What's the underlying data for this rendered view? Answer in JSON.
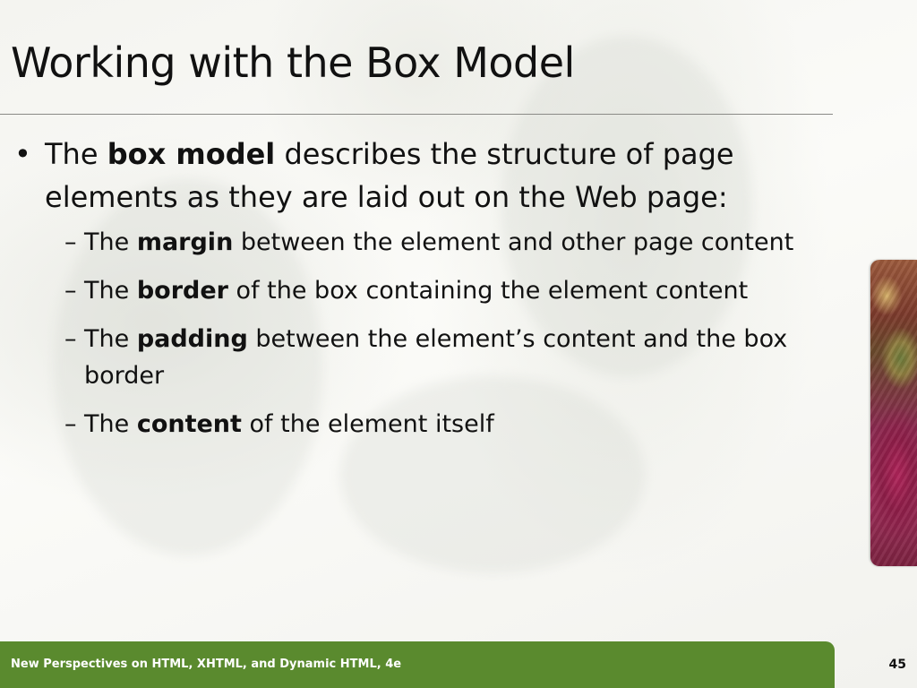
{
  "slide": {
    "title": "Working with the Box Model",
    "bullets": [
      {
        "marker": "•",
        "segments": [
          {
            "text": "The ",
            "bold": false
          },
          {
            "text": "box model",
            "bold": true
          },
          {
            "text": " describes the structure of page elements as they are laid out on the Web page:",
            "bold": false
          }
        ],
        "sub": [
          {
            "marker": "–",
            "segments": [
              {
                "text": "The ",
                "bold": false
              },
              {
                "text": "margin",
                "bold": true
              },
              {
                "text": " between the element and other page content",
                "bold": false
              }
            ]
          },
          {
            "marker": "–",
            "segments": [
              {
                "text": "The ",
                "bold": false
              },
              {
                "text": "border",
                "bold": true
              },
              {
                "text": " of the box containing the element content",
                "bold": false
              }
            ]
          },
          {
            "marker": "–",
            "segments": [
              {
                "text": "The ",
                "bold": false
              },
              {
                "text": "padding",
                "bold": true
              },
              {
                "text": " between the element’s content and the box border",
                "bold": false
              }
            ]
          },
          {
            "marker": "–",
            "segments": [
              {
                "text": "The ",
                "bold": false
              },
              {
                "text": "content",
                "bold": true
              },
              {
                "text": " of the element itself",
                "bold": false
              }
            ]
          }
        ]
      }
    ]
  },
  "footer": {
    "text": "New Perspectives on HTML, XHTML, and Dynamic HTML, 4e",
    "page_number": "45"
  },
  "colors": {
    "footer_bar": "#5a8a2e",
    "background": "#f7f7f4",
    "text": "#111111"
  },
  "decor": {
    "side_image": "orchid-flower-photo-strip"
  }
}
